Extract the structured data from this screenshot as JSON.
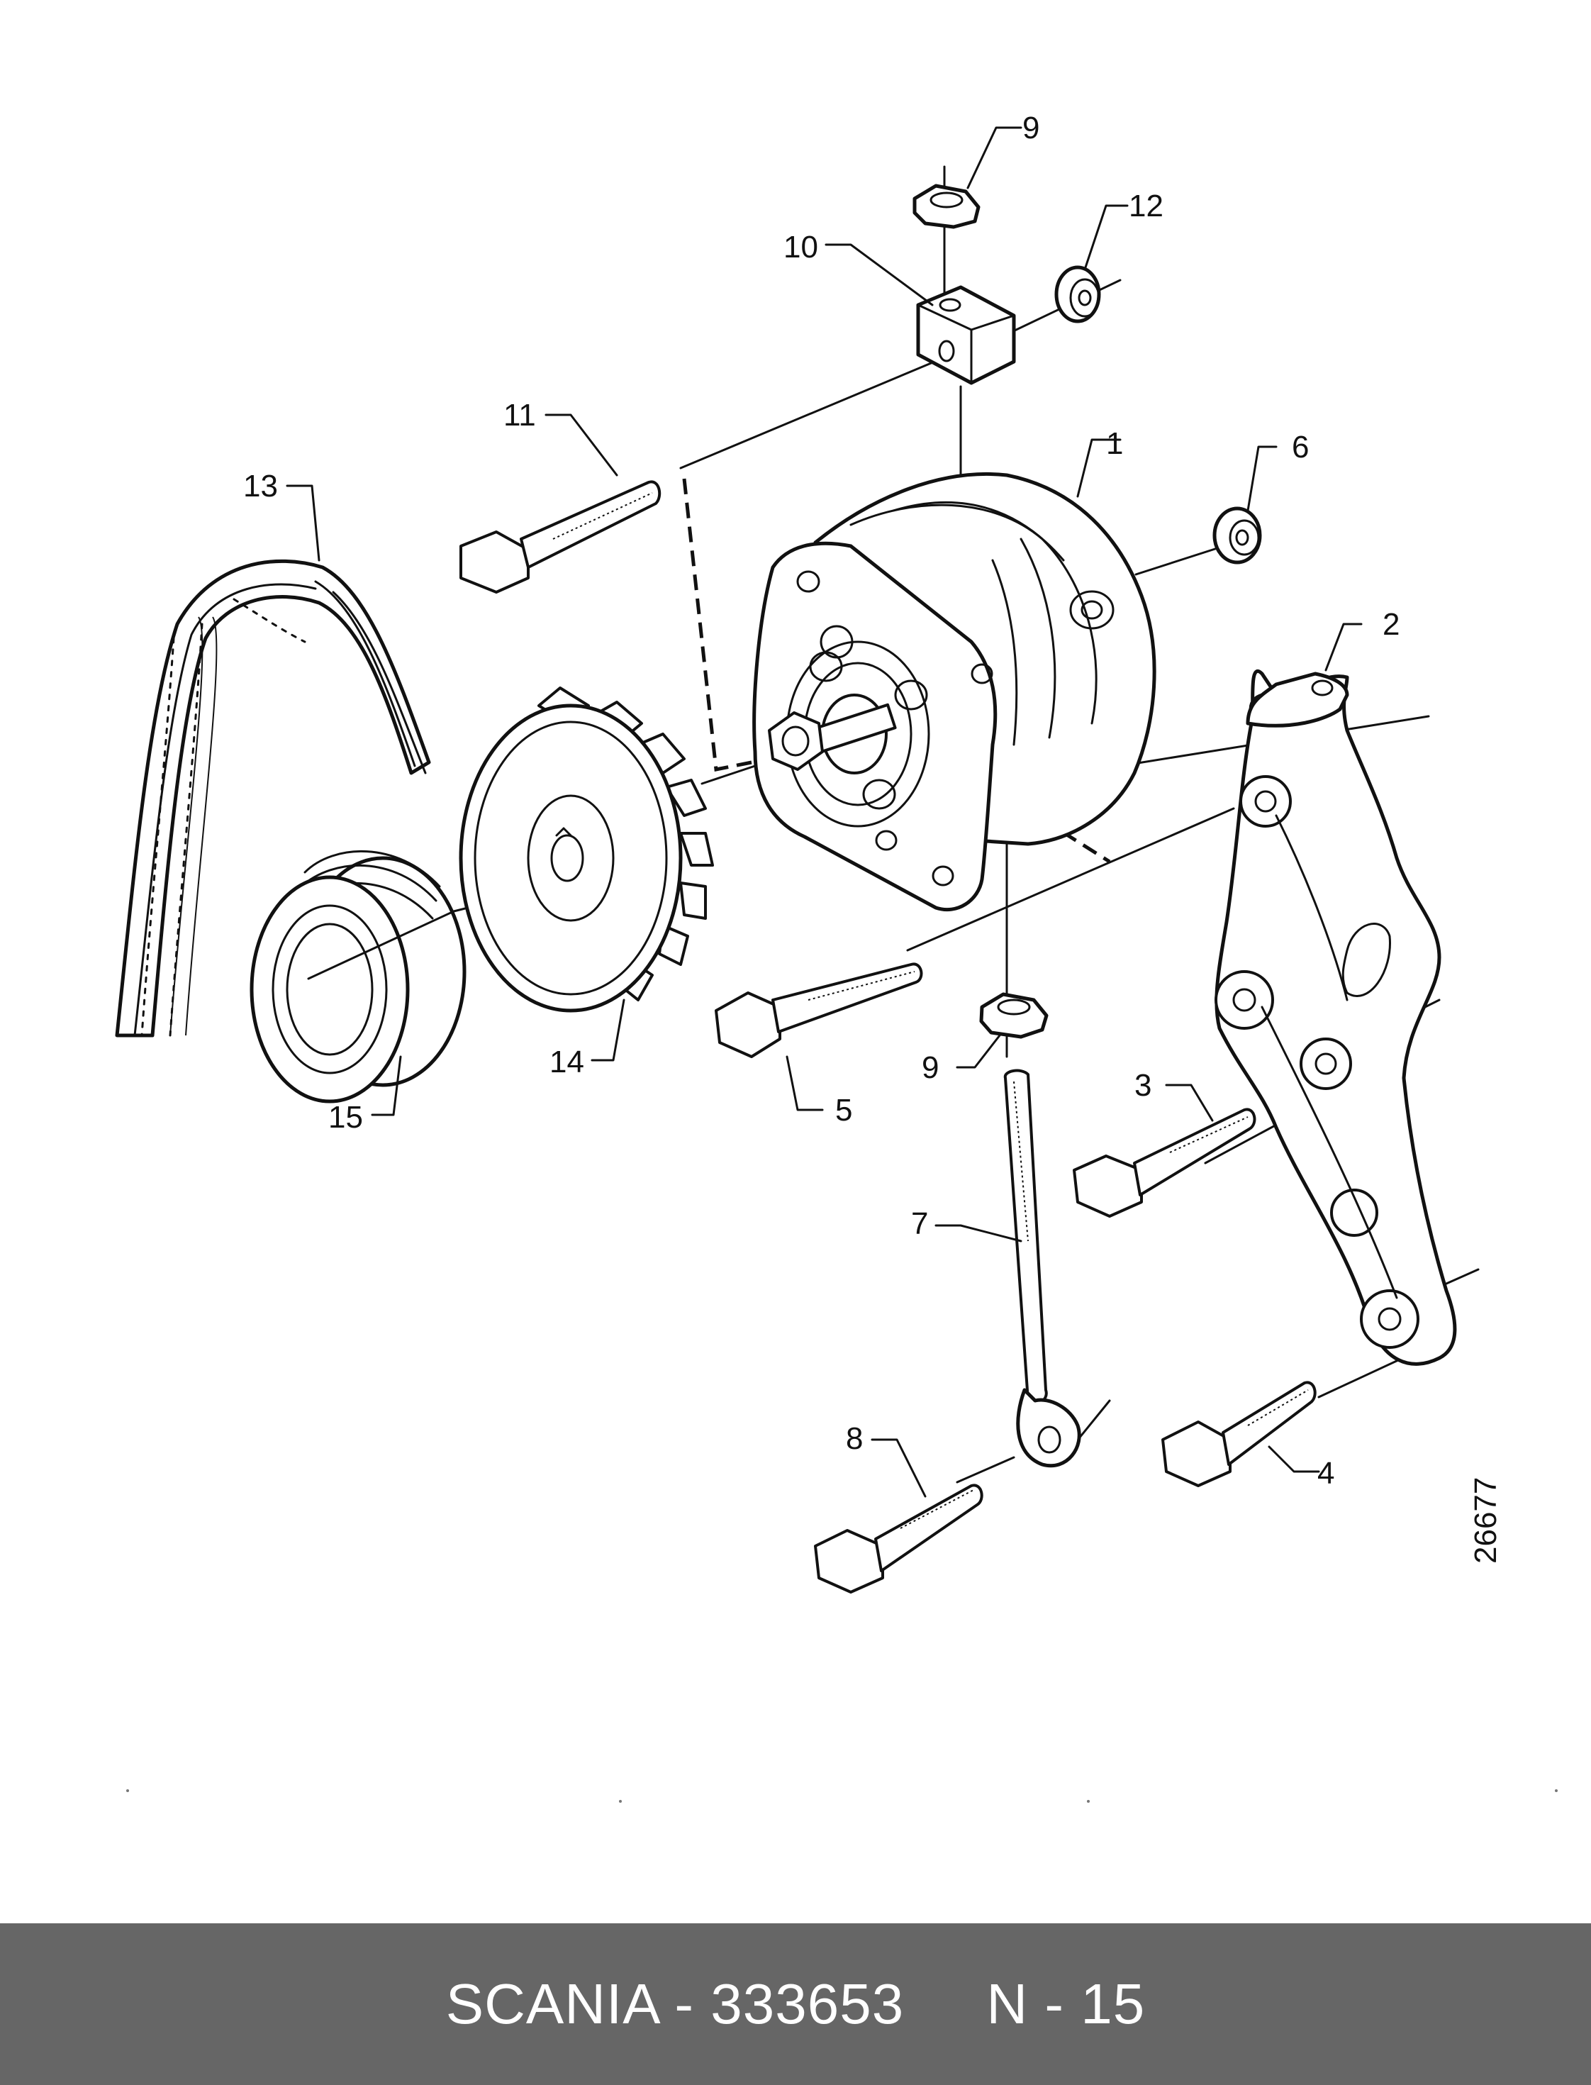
{
  "diagram": {
    "callouts": [
      {
        "id": "1",
        "label": "1"
      },
      {
        "id": "2",
        "label": "2"
      },
      {
        "id": "3",
        "label": "3"
      },
      {
        "id": "4",
        "label": "4"
      },
      {
        "id": "5",
        "label": "5"
      },
      {
        "id": "6",
        "label": "6"
      },
      {
        "id": "7",
        "label": "7"
      },
      {
        "id": "8",
        "label": "8"
      },
      {
        "id": "9a",
        "label": "9"
      },
      {
        "id": "9b",
        "label": "9"
      },
      {
        "id": "10",
        "label": "10"
      },
      {
        "id": "11",
        "label": "11"
      },
      {
        "id": "12",
        "label": "12"
      },
      {
        "id": "13",
        "label": "13"
      },
      {
        "id": "14",
        "label": "14"
      },
      {
        "id": "15",
        "label": "15"
      }
    ],
    "reference_number": "26677"
  },
  "footer": {
    "brand": "SCANIA",
    "separator": "-",
    "part_number": "333653",
    "page_label": "N - 15",
    "background_color": "#666666",
    "text_color": "#ffffff"
  }
}
